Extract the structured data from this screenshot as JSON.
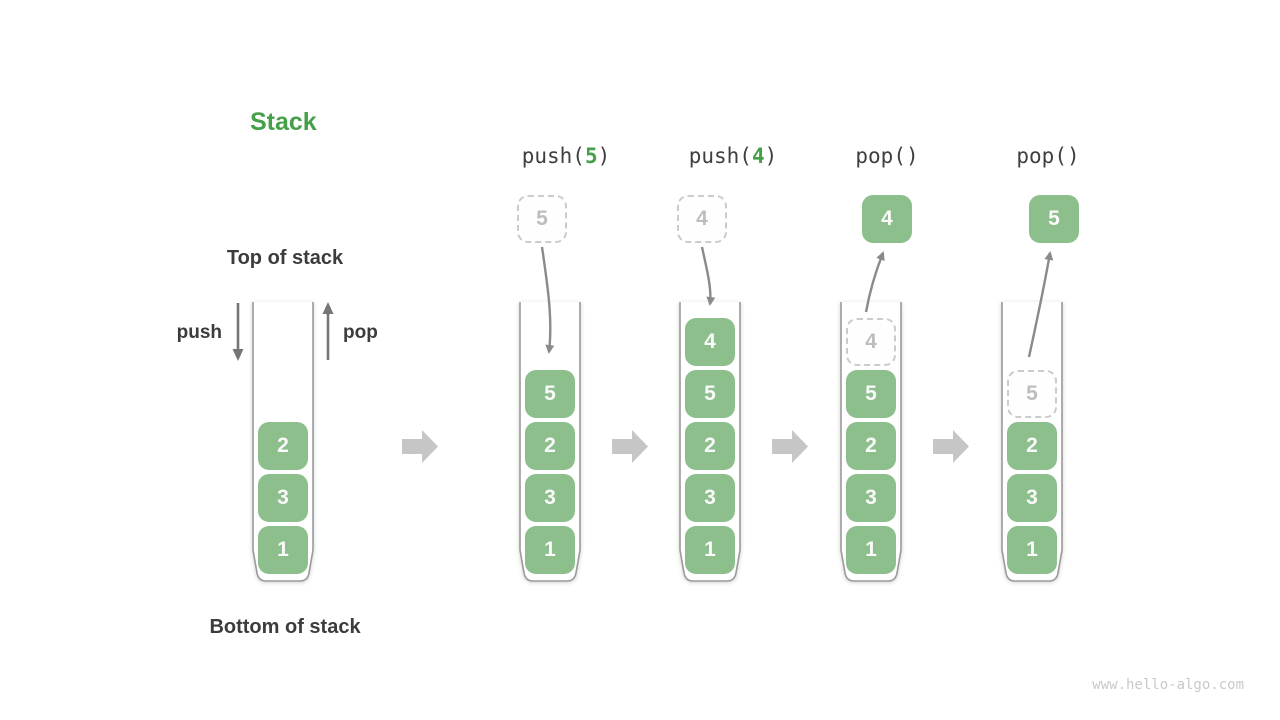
{
  "diagram": {
    "title": "Stack",
    "watermark": "www.hello-algo.com",
    "labels": {
      "top": "Top of stack",
      "bottom": "Bottom of stack",
      "push": "push",
      "pop": "pop"
    },
    "colors": {
      "box_green": "#8DBF8D",
      "accent_green": "#46A049",
      "text_dark": "#3C3C3C",
      "arrow_gray": "#8A8A8A",
      "block_arrow_gray": "#C6C6C6",
      "ghost_gray": "#BDBDBD",
      "watermark_gray": "#C9C9C9"
    },
    "stages": [
      {
        "id": "initial",
        "stack": {
          "items": [
            "2",
            "3",
            "1"
          ]
        }
      },
      {
        "id": "push-5",
        "op": {
          "prefix": "push(",
          "arg": "5",
          "suffix": ")"
        },
        "floating": "5",
        "stack": {
          "items": [
            "5",
            "2",
            "3",
            "1"
          ]
        }
      },
      {
        "id": "push-4",
        "op": {
          "prefix": "push(",
          "arg": "4",
          "suffix": ")"
        },
        "floating": "4",
        "stack": {
          "items": [
            "4",
            "5",
            "2",
            "3",
            "1"
          ]
        }
      },
      {
        "id": "pop-first",
        "op": {
          "prefix": "pop()",
          "arg": "",
          "suffix": ""
        },
        "floating": "4",
        "stack": {
          "ghost": "4",
          "items": [
            "5",
            "2",
            "3",
            "1"
          ]
        }
      },
      {
        "id": "pop-second",
        "op": {
          "prefix": "pop()",
          "arg": "",
          "suffix": ""
        },
        "floating": "5",
        "stack": {
          "ghost": "5",
          "items": [
            "2",
            "3",
            "1"
          ]
        }
      }
    ]
  }
}
